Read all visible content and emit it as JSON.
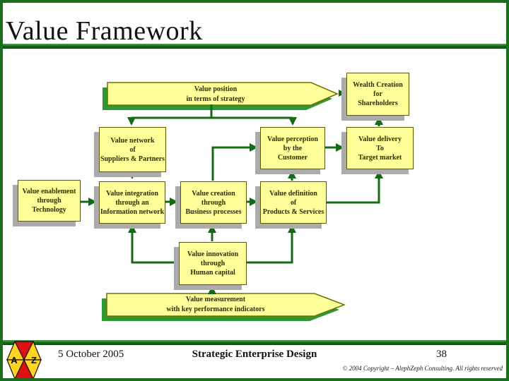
{
  "slide": {
    "title": "Value Framework"
  },
  "diagram": {
    "banners": {
      "top": {
        "text": "Value position\nin terms of strategy"
      },
      "bottom": {
        "text": "Value measurement\nwith key performance indicators"
      }
    },
    "boxes": {
      "wealth": {
        "text": "Wealth Creation\nfor\nShareholders"
      },
      "network": {
        "text": "Value network\nof\nSuppliers & Partners"
      },
      "perception": {
        "text": "Value perception\nby the\nCustomer"
      },
      "delivery": {
        "text": "Value delivery\nTo\nTarget market"
      },
      "enablement": {
        "text": "Value enablement\nthrough\nTechnology"
      },
      "integration": {
        "text": "Value integration\nthrough an\nInformation network"
      },
      "creation": {
        "text": "Value creation\nthrough\nBusiness processes"
      },
      "definition": {
        "text": "Value definition\nof\nProducts & Services"
      },
      "innovation": {
        "text": "Value innovation\nthrough\nHuman capital"
      }
    },
    "colors": {
      "box_fill": "#FFFF99",
      "box_border": "#5A5A00",
      "box_shadow": "#ABABAB",
      "banner_shadow": "#2E9933",
      "arrow": "#156A15",
      "bar_green": "#156415",
      "frame_green": "#1C6E1C"
    }
  },
  "footer": {
    "date": "5 October 2005",
    "title": "Strategic Enterprise Design",
    "page": "38",
    "copyright": "© 2004 Copyright – AlephZeph Consulting. All rights reserved",
    "logo": {
      "letter_a": "A",
      "letter_z": "Z"
    }
  }
}
